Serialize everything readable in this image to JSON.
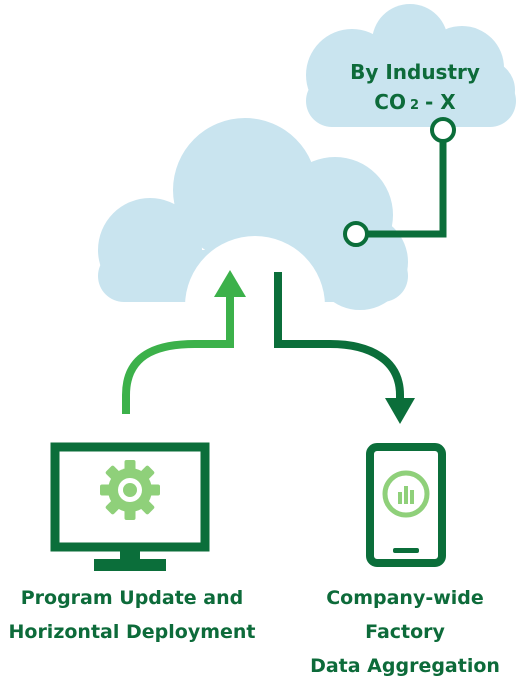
{
  "top_cloud": {
    "line1": "By Industry",
    "co": "CO",
    "subscript": "2",
    "suffix": "- X"
  },
  "left_device": {
    "label_line1": "Program Update and",
    "label_line2": "Horizontal Deployment"
  },
  "right_device": {
    "label_line1": "Company-wide",
    "label_line2": "Factory",
    "label_line3": "Data Aggregation"
  },
  "colors": {
    "cloud": "#c9e4ef",
    "dark_green": "#0b6e3a",
    "bright_green": "#3cb14a",
    "light_green": "#8fd07a",
    "text_green": "#0d6b3a"
  },
  "icons": {
    "monitor": "monitor-icon",
    "gear": "gear-icon",
    "phone": "smartphone-icon",
    "chart": "bar-chart-icon"
  }
}
